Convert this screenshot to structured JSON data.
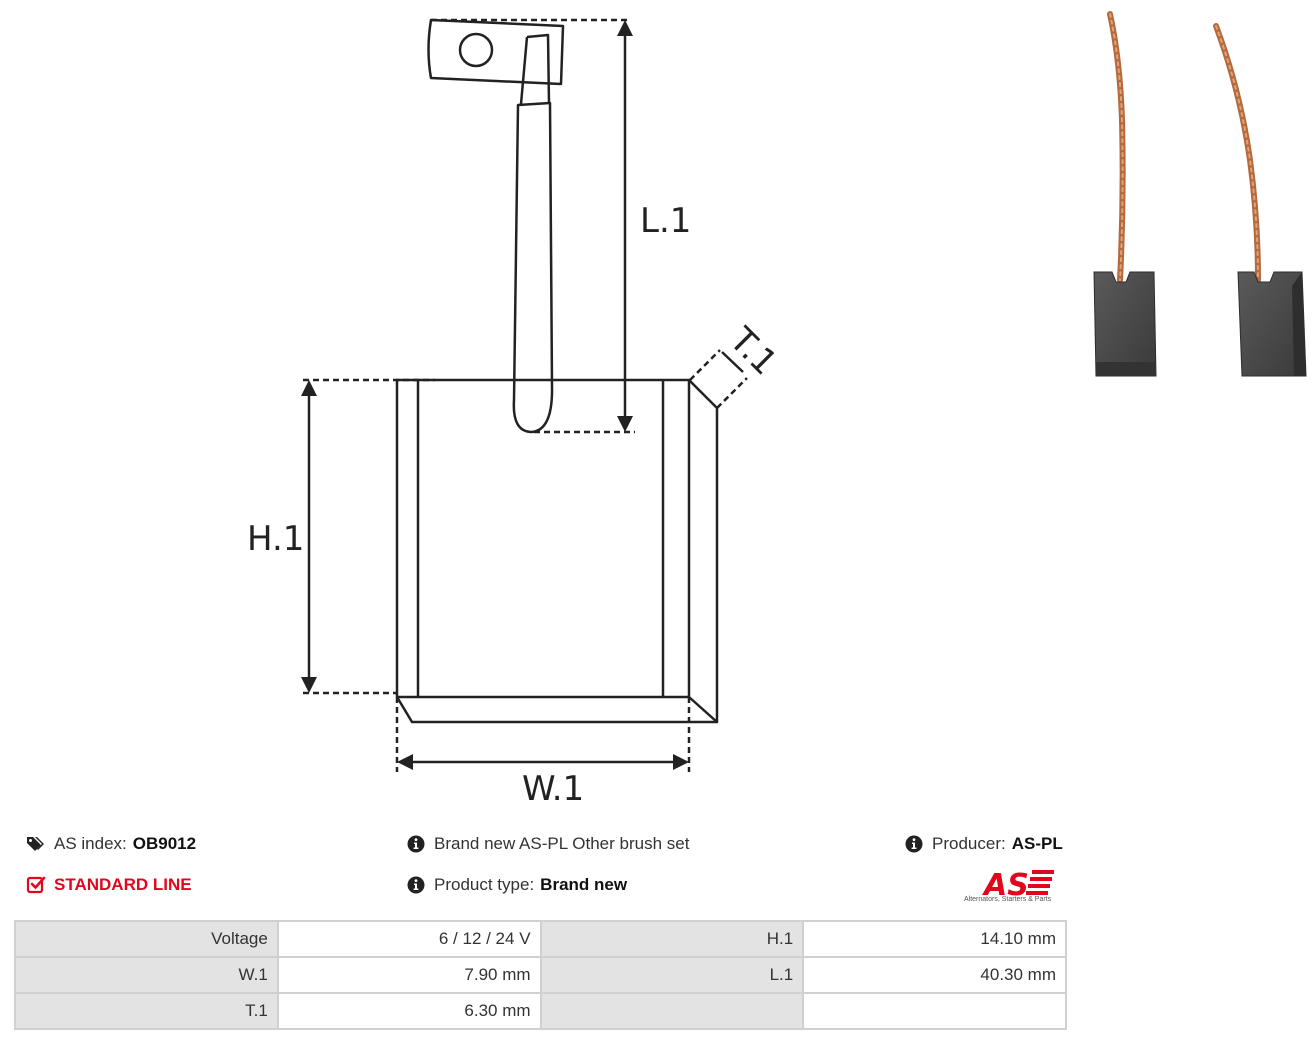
{
  "diagram": {
    "labels": {
      "l1": "L.1",
      "h1": "H.1",
      "w1": "W.1",
      "t1": "T.1"
    }
  },
  "info": {
    "as_index_label": "AS index:",
    "as_index_value": "OB9012",
    "standard_line": "STANDARD LINE",
    "description": "Brand new AS-PL Other brush set",
    "product_type_label": "Product type:",
    "product_type_value": "Brand new",
    "producer_label": "Producer:",
    "producer_value": "AS-PL"
  },
  "logo": {
    "text": "AS",
    "caption": "Alternators, Starters & Parts"
  },
  "specs": {
    "rows": [
      {
        "k1": "Voltage",
        "v1": "6 / 12 / 24 V",
        "k2": "H.1",
        "v2": "14.10 mm"
      },
      {
        "k1": "W.1",
        "v1": "7.90 mm",
        "k2": "L.1",
        "v2": "40.30 mm"
      },
      {
        "k1": "T.1",
        "v1": "6.30 mm",
        "k2": "",
        "v2": ""
      }
    ]
  },
  "colors": {
    "accent": "#e1061d",
    "header_cell": "#e3e3e3",
    "border": "#d0d0d0"
  }
}
